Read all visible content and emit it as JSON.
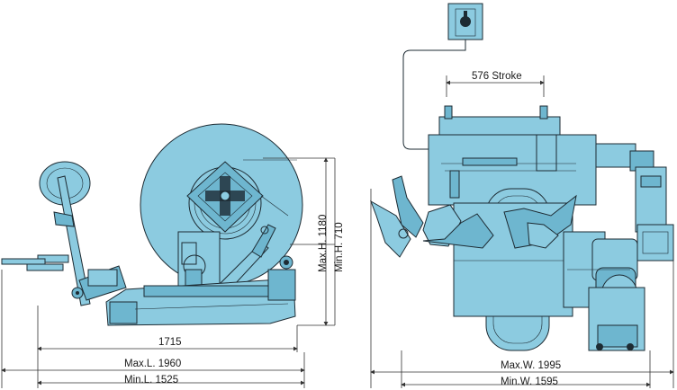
{
  "side_view": {
    "max_height": "Max.H. 1180",
    "min_height": "Min.H. 710",
    "length_1715": "1715",
    "max_length": "Max.L. 1960",
    "min_length": "Min.L. 1525"
  },
  "front_view": {
    "stroke": "576 Stroke",
    "max_width": "Max.W. 1995",
    "min_width": "Min.W. 1595"
  },
  "colors": {
    "machine_fill": "#8ccbe0",
    "machine_fill_dark": "#6eb6cf",
    "outline": "#1d2b33"
  }
}
